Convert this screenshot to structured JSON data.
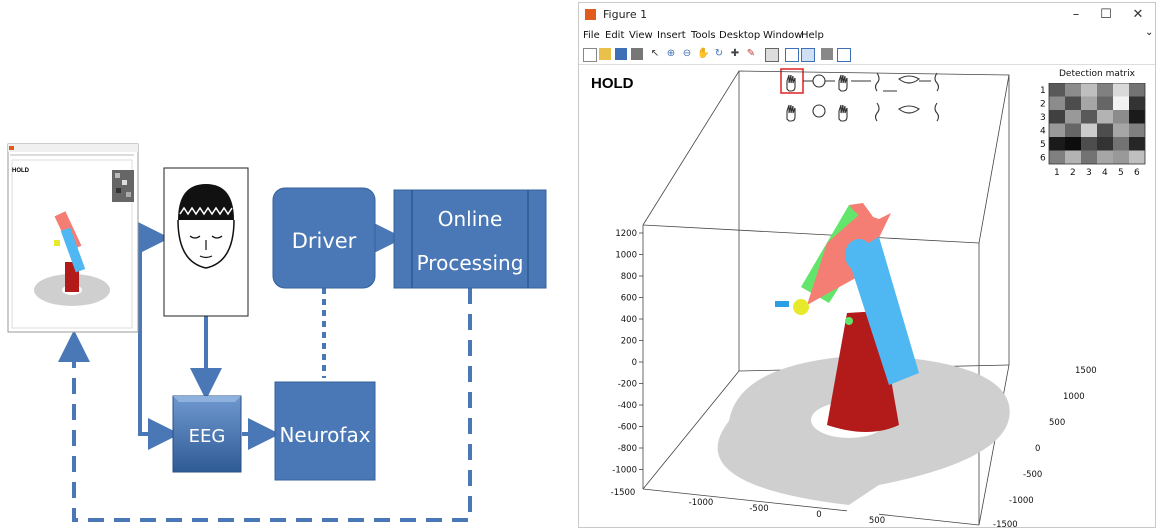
{
  "diagram": {
    "nodes": {
      "driver": "Driver",
      "online": [
        "Online",
        "Processing"
      ],
      "eeg": "EEG",
      "neurofax": "Neurofax"
    },
    "colors": {
      "box": "#4a78b6",
      "box_border": "#35609a",
      "arrow": "#4a78b6"
    }
  },
  "thumbnail": {
    "label": "HOLD"
  },
  "figure": {
    "title": "Figure 1",
    "controls": {
      "minimize": "–",
      "maximize": "☐",
      "close": "✕",
      "expand": "⌄"
    },
    "menu": [
      "File",
      "Edit",
      "View",
      "Insert",
      "Tools",
      "Desktop",
      "Window",
      "Help"
    ],
    "state_label": "HOLD",
    "matrix": {
      "title": "Detection matrix",
      "row_labels": [
        "1",
        "2",
        "3",
        "4",
        "5",
        "6"
      ],
      "col_labels": [
        "1",
        "2",
        "3",
        "4",
        "5",
        "6"
      ],
      "shades": [
        [
          0.35,
          0.55,
          0.75,
          0.5,
          0.85,
          0.45
        ],
        [
          0.55,
          0.3,
          0.65,
          0.4,
          0.95,
          0.2
        ],
        [
          0.25,
          0.6,
          0.35,
          0.7,
          0.55,
          0.1
        ],
        [
          0.6,
          0.4,
          0.8,
          0.3,
          0.65,
          0.5
        ],
        [
          0.1,
          0.05,
          0.3,
          0.2,
          0.45,
          0.15
        ],
        [
          0.5,
          0.7,
          0.45,
          0.65,
          0.6,
          0.75
        ]
      ]
    },
    "axes": {
      "z_ticks": [
        "1200",
        "1000",
        "800",
        "600",
        "400",
        "200",
        "0",
        "-200",
        "-400",
        "-600",
        "-800",
        "-1000"
      ],
      "x_ticks": [
        "-1500",
        "-1000",
        "-500",
        "0",
        "500"
      ],
      "y_ticks": [
        "1500",
        "1000",
        "500",
        "0",
        "-500",
        "-1000",
        "-1500"
      ]
    },
    "colors": {
      "base": "#b31b1b",
      "arm_upper": "#f47e73",
      "arm_lower": "#4fb8f2",
      "joint": "#63e56b",
      "gripper": "#e7ea2c",
      "tool": "#2b9ee6",
      "disc": "#d0d0d0"
    }
  }
}
